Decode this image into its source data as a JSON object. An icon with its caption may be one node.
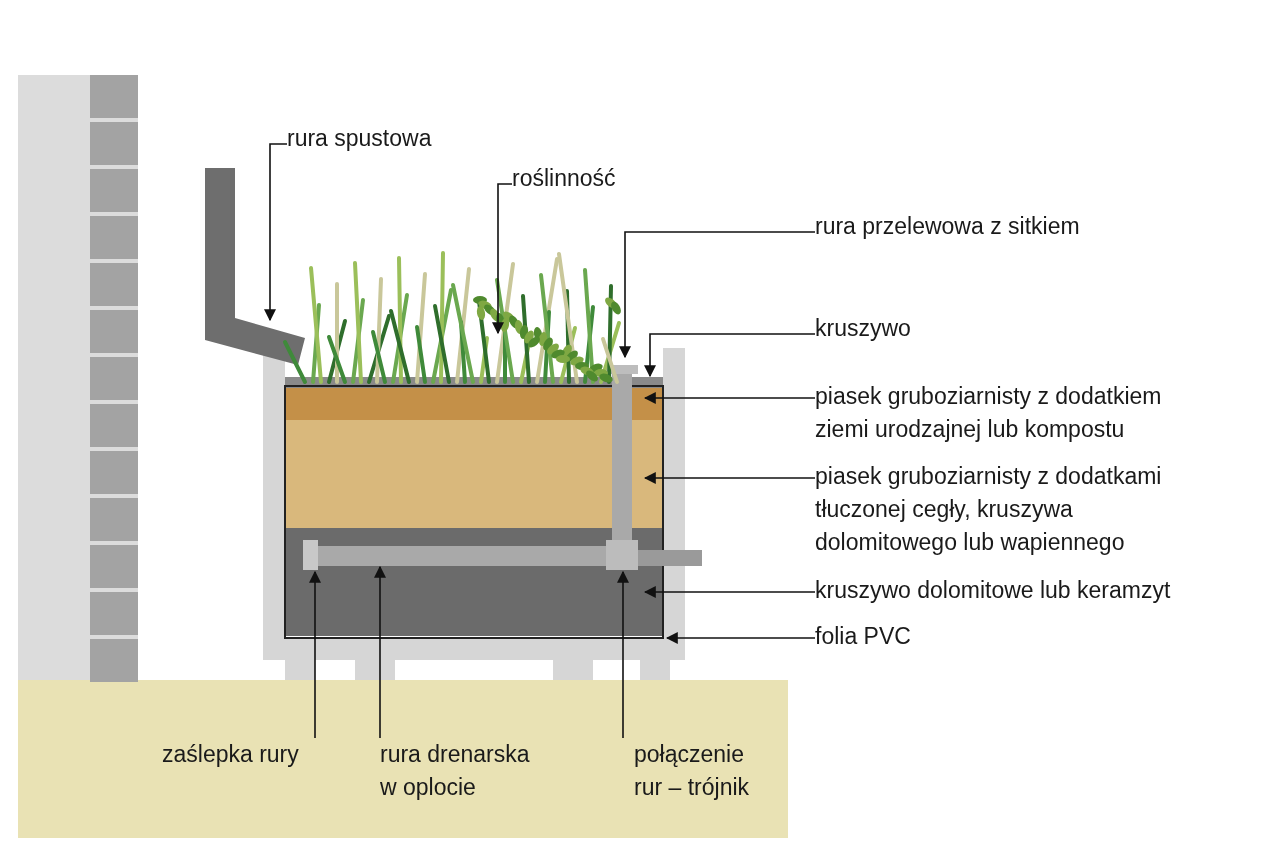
{
  "diagram": {
    "nodes": [
      {
        "text": [
          "rura spustowa"
        ]
      },
      {
        "text": [
          "roślinność"
        ]
      },
      {
        "text": [
          "rura przelewowa z sitkiem"
        ]
      },
      {
        "text": [
          "kruszywo"
        ]
      },
      {
        "text": [
          "piasek gruboziarnisty z dodatkiem ziemi urodzajnej lub kompostu"
        ]
      },
      {
        "text": [
          "piasek gruboziarnisty z dodatkami tłuczonej cegły, kruszywa dolomitowego lub wapiennego"
        ]
      },
      {
        "text": [
          "kruszywo dolomitowe lub keramzyt"
        ]
      },
      {
        "text": [
          "folia PVC"
        ]
      },
      {
        "text": [
          "zaślepka rury"
        ]
      },
      {
        "text": [
          "rura drenarska w oplocie"
        ]
      },
      {
        "text": [
          "połączenie rur – trójnik"
        ]
      },
      {
        "text": [],
        "shape": "picture"
      },
      {
        "text": [],
        "shape": "picture"
      },
      {
        "text": [],
        "shape": "bar"
      },
      {
        "text": [],
        "shape": "box"
      },
      {
        "text": [],
        "shape": "box",
        "in": 18
      },
      {
        "text": [],
        "shape": "box",
        "in": 18
      },
      {
        "text": [],
        "shape": "box",
        "in": 18
      },
      {
        "text": [],
        "shape": "box"
      },
      {
        "text": [],
        "shape": "box",
        "in": 17
      },
      {
        "text": [],
        "shape": "bar",
        "in": 17
      },
      {
        "text": [],
        "shape": "box"
      }
    ],
    "edges": [
      {
        "from": 0,
        "to": 11,
        "arrow": "to"
      },
      {
        "from": 1,
        "to": 12,
        "arrow": "to"
      },
      {
        "from": 2,
        "to": 13,
        "arrow": "to"
      },
      {
        "from": 3,
        "to": 14,
        "arrow": "to"
      },
      {
        "from": 4,
        "to": 15,
        "arrow": "to"
      },
      {
        "from": 5,
        "to": 16,
        "arrow": "to"
      },
      {
        "from": 6,
        "to": 17,
        "arrow": "to"
      },
      {
        "from": 7,
        "to": 18,
        "arrow": "to"
      },
      {
        "from": 8,
        "to": 19,
        "arrow": "to"
      },
      {
        "from": 9,
        "to": 20,
        "arrow": "to"
      },
      {
        "from": 10,
        "to": 21,
        "arrow": "to"
      }
    ]
  }
}
